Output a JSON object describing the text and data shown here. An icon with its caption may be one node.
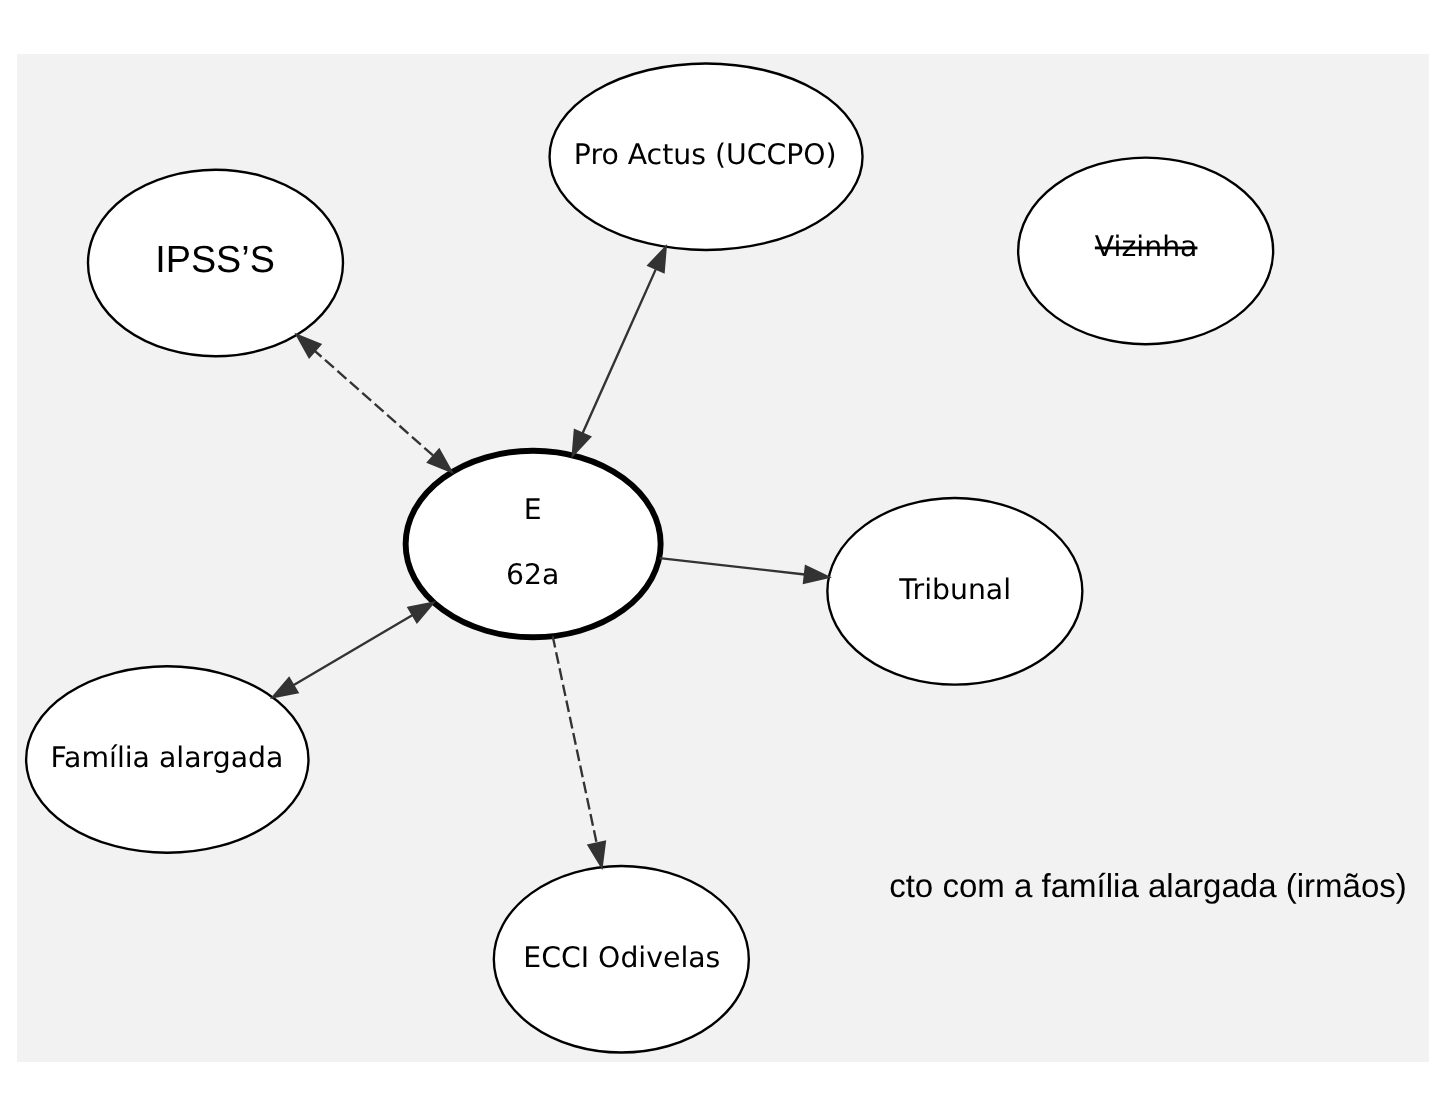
{
  "diagram": {
    "nodes": [
      {
        "text": [
          "IPSS’S"
        ]
      },
      {
        "text": [
          "Vizinha"
        ]
      },
      {
        "text": [
          "Tribunal"
        ]
      },
      {
        "text": [
          "ECCI Odivelas"
        ]
      },
      {
        "text": [
          "E",
          "62a"
        ]
      },
      {
        "text": [
          "Pro Actus (UCCPO)"
        ]
      },
      {
        "text": [
          "Família alargada"
        ]
      }
    ],
    "edges": [
      {
        "from": 4,
        "to": 0,
        "arrow": "both",
        "style": "dashed"
      },
      {
        "from": 4,
        "to": 2,
        "arrow": "to"
      },
      {
        "from": 4,
        "to": 3,
        "arrow": "to",
        "style": "dashed"
      },
      {
        "from": 4,
        "to": 5,
        "arrow": "both"
      },
      {
        "from": 4,
        "to": 6,
        "arrow": "both"
      }
    ],
    "labels": [
      "cto com a família alargada (irmãos)"
    ]
  }
}
